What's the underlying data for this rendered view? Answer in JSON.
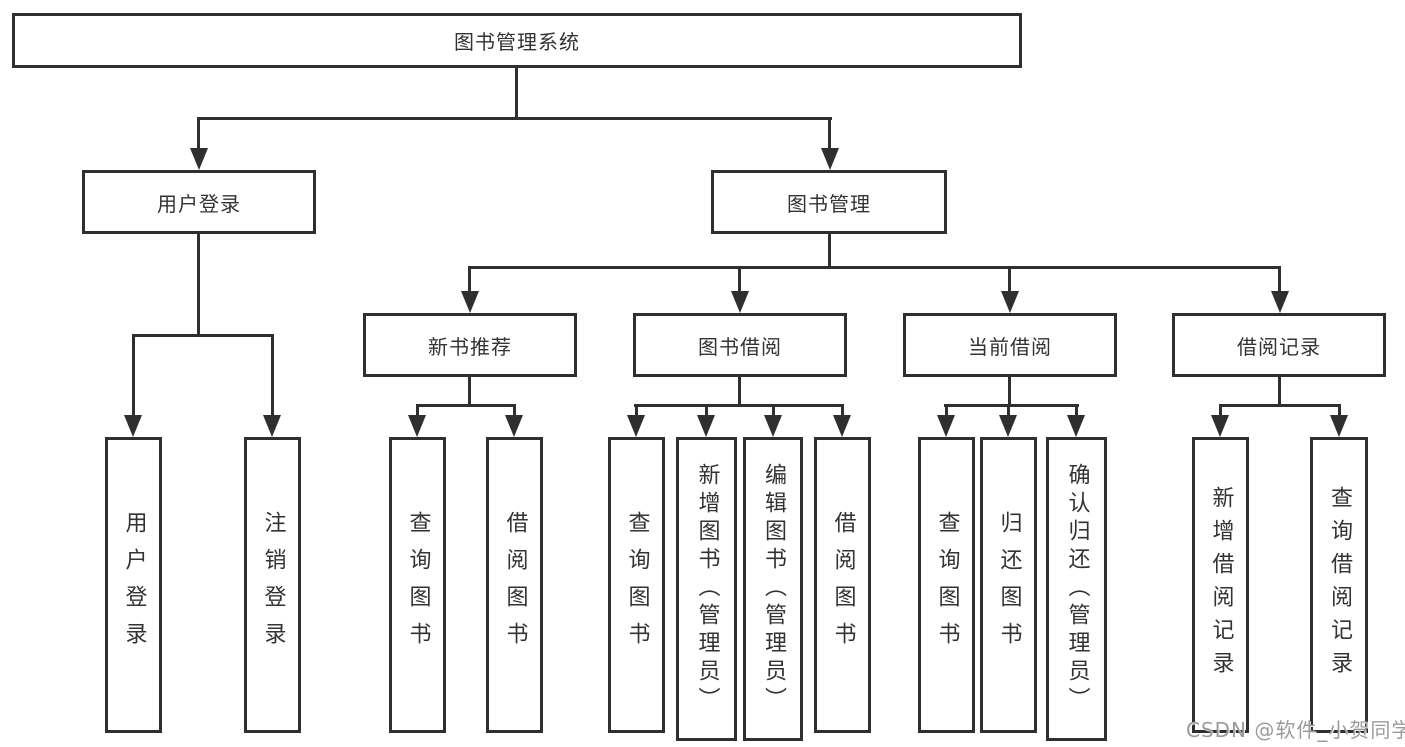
{
  "diagram_title": "图书管理系统",
  "nodes": {
    "root": "图书管理系统",
    "user_login": "用户登录",
    "book_mgmt": "图书管理",
    "new_book_rec": "新书推荐",
    "book_borrow": "图书借阅",
    "current_borrow": "当前借阅",
    "borrow_record": "借阅记录",
    "ul_login": "用户登录",
    "ul_logout": "注销登录",
    "nb_query": "查询图书",
    "nb_borrow": "借阅图书",
    "bb_query": "查询图书",
    "bb_add": "新增图书（管理员）",
    "bb_edit": "编辑图书（管理员）",
    "bb_borrow": "借阅图书",
    "cb_query": "查询图书",
    "cb_return": "归还图书",
    "cb_confirm": "确认归还（管理员）",
    "br_add": "新增借阅记录",
    "br_query": "查询借阅记录"
  },
  "hierarchy": {
    "图书管理系统": {
      "用户登录": [
        "用户登录",
        "注销登录"
      ],
      "图书管理": {
        "新书推荐": [
          "查询图书",
          "借阅图书"
        ],
        "图书借阅": [
          "查询图书",
          "新增图书（管理员）",
          "编辑图书（管理员）",
          "借阅图书"
        ],
        "当前借阅": [
          "查询图书",
          "归还图书",
          "确认归还（管理员）"
        ],
        "借阅记录": [
          "新增借阅记录",
          "查询借阅记录"
        ]
      }
    }
  },
  "watermark": {
    "text": "CSDN @软件_小贺同学"
  },
  "colors": {
    "line": "#2f2f2f",
    "text": "#333333",
    "watermark": "#9b9b9b",
    "bg": "#ffffff"
  }
}
